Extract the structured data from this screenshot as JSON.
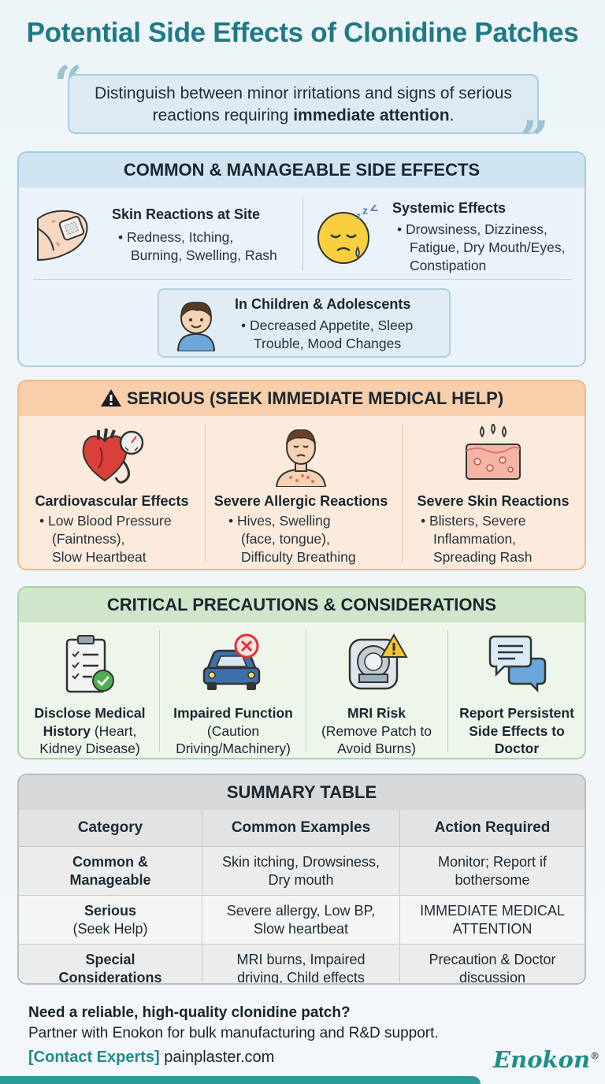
{
  "title": "Potential Side Effects of Clonidine Patches",
  "intro": {
    "text_before": "Distinguish between minor irritations and signs of serious reactions requiring ",
    "text_bold": "immediate attention",
    "text_after": "."
  },
  "common": {
    "header": "COMMON & MANAGEABLE SIDE EFFECTS",
    "skin": {
      "title": "Skin Reactions at Site",
      "line1": "• Redness, Itching,",
      "line2": "Burning, Swelling, Rash",
      "icon": "arm-patch-icon"
    },
    "systemic": {
      "title": "Systemic Effects",
      "line1": "• Drowsiness, Dizziness,",
      "line2": "Fatigue, Dry Mouth/Eyes,",
      "line3": "Constipation",
      "icon": "sleepy-face-icon"
    },
    "children": {
      "title": "In Children & Adolescents",
      "line1": "• Decreased Appetite, Sleep",
      "line2": "Trouble, Mood Changes",
      "icon": "child-icon"
    }
  },
  "serious": {
    "header_icon": "warning-icon",
    "header": "SERIOUS (SEEK IMMEDIATE MEDICAL HELP)",
    "items": [
      {
        "title": "Cardiovascular Effects",
        "line1": "• Low Blood Pressure",
        "line2": "(Faintness),",
        "line3": "Slow Heartbeat",
        "icon": "heart-gauge-icon"
      },
      {
        "title": "Severe Allergic Reactions",
        "line1": "• Hives, Swelling",
        "line2": "(face, tongue),",
        "line3": "Difficulty Breathing",
        "icon": "allergic-person-icon"
      },
      {
        "title": "Severe Skin Reactions",
        "line1": "• Blisters, Severe",
        "line2": "Inflammation,",
        "line3": "Spreading Rash",
        "icon": "skin-blister-icon"
      }
    ]
  },
  "precautions": {
    "header": "CRITICAL PRECAUTIONS & CONSIDERATIONS",
    "items": [
      {
        "bold": "Disclose Medical History",
        "rest": " (Heart, Kidney Disease)",
        "icon": "clipboard-check-icon"
      },
      {
        "bold": "Impaired Function",
        "rest": "(Caution Driving/Machinery)",
        "icon": "car-no-icon"
      },
      {
        "bold": "MRI Risk",
        "rest": "(Remove Patch to Avoid Burns)",
        "icon": "mri-warning-icon"
      },
      {
        "bold": "Report Persistent Side Effects to Doctor",
        "rest": "",
        "icon": "chat-bubbles-icon"
      }
    ]
  },
  "summary": {
    "header": "SUMMARY TABLE",
    "columns": [
      "Category",
      "Common Examples",
      "Action Required"
    ],
    "rows": [
      {
        "cat_bold": "Common & Manageable",
        "cat_rest": "",
        "examples": "Skin itching, Drowsiness, Dry mouth",
        "action": "Monitor; Report if bothersome"
      },
      {
        "cat_bold": "Serious",
        "cat_rest": "(Seek Help)",
        "examples": "Severe allergy, Low BP, Slow heartbeat",
        "action": "IMMEDIATE MEDICAL ATTENTION"
      },
      {
        "cat_bold": "Special Considerations",
        "cat_rest": "",
        "examples": "MRI burns, Impaired driving, Child effects",
        "action": "Precaution & Doctor discussion"
      }
    ]
  },
  "footer": {
    "question": "Need a reliable, high-quality clonidine patch?",
    "pitch": "Partner with Enokon for bulk manufacturing and R&D support.",
    "contact_label": "[Contact Experts]",
    "website": " painplaster.com",
    "brand": "Enokon",
    "brand_mark": "®"
  },
  "colors": {
    "title": "#1f7a85",
    "common_bg": "#eaf3f9",
    "serious_bg": "#fcebdc",
    "precautions_bg": "#eef6ec",
    "summary_bg": "#f5f5f5",
    "brand": "#1e8f8a"
  }
}
